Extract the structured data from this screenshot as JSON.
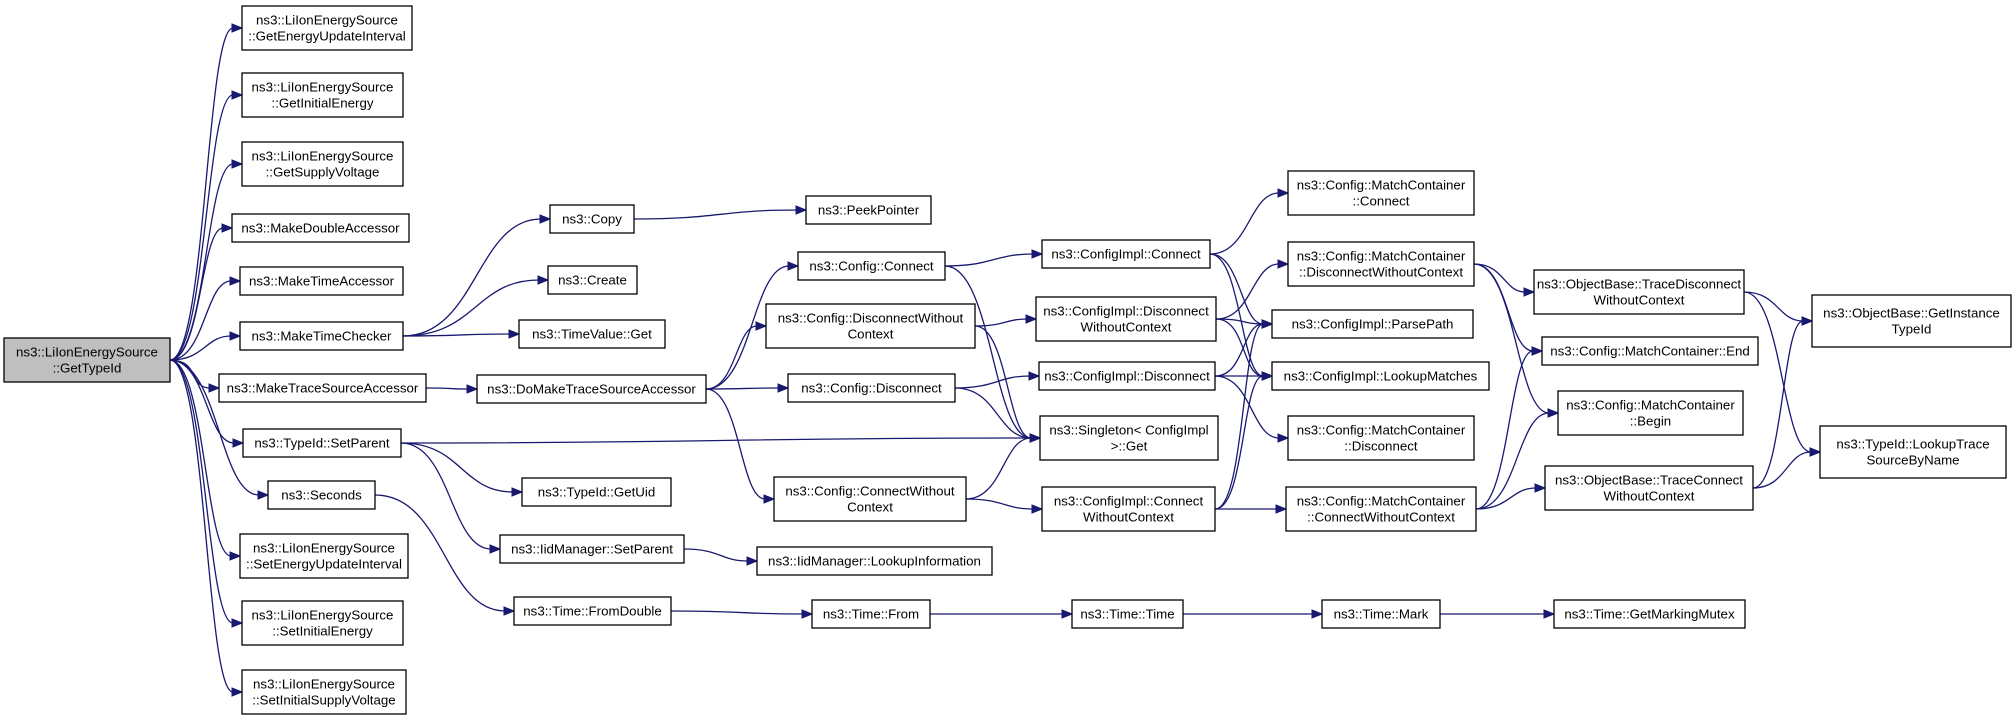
{
  "graph": {
    "nodes": [
      {
        "id": "root",
        "lines": [
          "ns3::LiIonEnergySource",
          "::GetTypeId"
        ],
        "root": true
      },
      {
        "id": "getEnergyUpdateInterval",
        "lines": [
          "ns3::LiIonEnergySource",
          "::GetEnergyUpdateInterval"
        ]
      },
      {
        "id": "getInitialEnergy",
        "lines": [
          "ns3::LiIonEnergySource",
          "::GetInitialEnergy"
        ]
      },
      {
        "id": "getSupplyVoltage",
        "lines": [
          "ns3::LiIonEnergySource",
          "::GetSupplyVoltage"
        ]
      },
      {
        "id": "makeDoubleAccessor",
        "lines": [
          "ns3::MakeDoubleAccessor"
        ]
      },
      {
        "id": "makeTimeAccessor",
        "lines": [
          "ns3::MakeTimeAccessor"
        ]
      },
      {
        "id": "makeTimeChecker",
        "lines": [
          "ns3::MakeTimeChecker"
        ]
      },
      {
        "id": "makeTraceSourceAccessor",
        "lines": [
          "ns3::MakeTraceSourceAccessor"
        ]
      },
      {
        "id": "typeIdSetParent",
        "lines": [
          "ns3::TypeId::SetParent"
        ]
      },
      {
        "id": "seconds",
        "lines": [
          "ns3::Seconds"
        ]
      },
      {
        "id": "setEnergyUpdateInterval",
        "lines": [
          "ns3::LiIonEnergySource",
          "::SetEnergyUpdateInterval"
        ]
      },
      {
        "id": "setInitialEnergy",
        "lines": [
          "ns3::LiIonEnergySource",
          "::SetInitialEnergy"
        ]
      },
      {
        "id": "setInitialSupplyVoltage",
        "lines": [
          "ns3::LiIonEnergySource",
          "::SetInitialSupplyVoltage"
        ]
      },
      {
        "id": "copy",
        "lines": [
          "ns3::Copy"
        ]
      },
      {
        "id": "create",
        "lines": [
          "ns3::Create"
        ]
      },
      {
        "id": "timeValueGet",
        "lines": [
          "ns3::TimeValue::Get"
        ]
      },
      {
        "id": "doMakeTraceSourceAccessor",
        "lines": [
          "ns3::DoMakeTraceSourceAccessor"
        ]
      },
      {
        "id": "typeIdGetUid",
        "lines": [
          "ns3::TypeId::GetUid"
        ]
      },
      {
        "id": "iidManagerSetParent",
        "lines": [
          "ns3::IidManager::SetParent"
        ]
      },
      {
        "id": "timeFromDouble",
        "lines": [
          "ns3::Time::FromDouble"
        ]
      },
      {
        "id": "peekPointer",
        "lines": [
          "ns3::PeekPointer"
        ]
      },
      {
        "id": "configConnect",
        "lines": [
          "ns3::Config::Connect"
        ]
      },
      {
        "id": "configDisconnectWithoutContext",
        "lines": [
          "ns3::Config::DisconnectWithout",
          "Context"
        ]
      },
      {
        "id": "configDisconnect",
        "lines": [
          "ns3::Config::Disconnect"
        ]
      },
      {
        "id": "configConnectWithoutContext",
        "lines": [
          "ns3::Config::ConnectWithout",
          "Context"
        ]
      },
      {
        "id": "iidManagerLookupInformation",
        "lines": [
          "ns3::IidManager::LookupInformation"
        ]
      },
      {
        "id": "timeFrom",
        "lines": [
          "ns3::Time::From"
        ]
      },
      {
        "id": "configImplConnect",
        "lines": [
          "ns3::ConfigImpl::Connect"
        ]
      },
      {
        "id": "configImplDisconnectWithoutContext",
        "lines": [
          "ns3::ConfigImpl::Disconnect",
          "WithoutContext"
        ]
      },
      {
        "id": "configImplDisconnect",
        "lines": [
          "ns3::ConfigImpl::Disconnect"
        ]
      },
      {
        "id": "singletonGet",
        "lines": [
          "ns3::Singleton< ConfigImpl",
          " >::Get"
        ]
      },
      {
        "id": "configImplConnectWithoutContext",
        "lines": [
          "ns3::ConfigImpl::Connect",
          "WithoutContext"
        ]
      },
      {
        "id": "timeTime",
        "lines": [
          "ns3::Time::Time"
        ]
      },
      {
        "id": "matchContainerConnect",
        "lines": [
          "ns3::Config::MatchContainer",
          "::Connect"
        ]
      },
      {
        "id": "matchContainerDisconnectWithoutContext",
        "lines": [
          "ns3::Config::MatchContainer",
          "::DisconnectWithoutContext"
        ]
      },
      {
        "id": "configImplParsePath",
        "lines": [
          "ns3::ConfigImpl::ParsePath"
        ]
      },
      {
        "id": "configImplLookupMatches",
        "lines": [
          "ns3::ConfigImpl::LookupMatches"
        ]
      },
      {
        "id": "matchContainerDisconnect",
        "lines": [
          "ns3::Config::MatchContainer",
          "::Disconnect"
        ]
      },
      {
        "id": "matchContainerConnectWithoutContext",
        "lines": [
          "ns3::Config::MatchContainer",
          "::ConnectWithoutContext"
        ]
      },
      {
        "id": "timeMark",
        "lines": [
          "ns3::Time::Mark"
        ]
      },
      {
        "id": "objectBaseTraceDisconnectWithoutContext",
        "lines": [
          "ns3::ObjectBase::TraceDisconnect",
          "WithoutContext"
        ]
      },
      {
        "id": "matchContainerEnd",
        "lines": [
          "ns3::Config::MatchContainer::End"
        ]
      },
      {
        "id": "matchContainerBegin",
        "lines": [
          "ns3::Config::MatchContainer",
          "::Begin"
        ]
      },
      {
        "id": "objectBaseTraceConnectWithoutContext",
        "lines": [
          "ns3::ObjectBase::TraceConnect",
          "WithoutContext"
        ]
      },
      {
        "id": "timeGetMarkingMutex",
        "lines": [
          "ns3::Time::GetMarkingMutex"
        ]
      },
      {
        "id": "objectBaseGetInstanceTypeId",
        "lines": [
          "ns3::ObjectBase::GetInstance",
          "TypeId"
        ]
      },
      {
        "id": "typeIdLookupTraceSourceByName",
        "lines": [
          "ns3::TypeId::LookupTrace",
          "SourceByName"
        ]
      }
    ],
    "edges": [
      [
        "root",
        "getEnergyUpdateInterval"
      ],
      [
        "root",
        "getInitialEnergy"
      ],
      [
        "root",
        "getSupplyVoltage"
      ],
      [
        "root",
        "makeDoubleAccessor"
      ],
      [
        "root",
        "makeTimeAccessor"
      ],
      [
        "root",
        "makeTimeChecker"
      ],
      [
        "root",
        "makeTraceSourceAccessor"
      ],
      [
        "root",
        "typeIdSetParent"
      ],
      [
        "root",
        "seconds"
      ],
      [
        "root",
        "setEnergyUpdateInterval"
      ],
      [
        "root",
        "setInitialEnergy"
      ],
      [
        "root",
        "setInitialSupplyVoltage"
      ],
      [
        "makeTimeChecker",
        "copy"
      ],
      [
        "makeTimeChecker",
        "create"
      ],
      [
        "makeTimeChecker",
        "timeValueGet"
      ],
      [
        "copy",
        "peekPointer"
      ],
      [
        "makeTraceSourceAccessor",
        "doMakeTraceSourceAccessor"
      ],
      [
        "doMakeTraceSourceAccessor",
        "configConnect"
      ],
      [
        "doMakeTraceSourceAccessor",
        "configDisconnectWithoutContext"
      ],
      [
        "doMakeTraceSourceAccessor",
        "configDisconnect"
      ],
      [
        "doMakeTraceSourceAccessor",
        "configConnectWithoutContext"
      ],
      [
        "typeIdSetParent",
        "singletonGet"
      ],
      [
        "typeIdSetParent",
        "typeIdGetUid"
      ],
      [
        "typeIdSetParent",
        "iidManagerSetParent"
      ],
      [
        "iidManagerSetParent",
        "iidManagerLookupInformation"
      ],
      [
        "seconds",
        "timeFromDouble"
      ],
      [
        "timeFromDouble",
        "timeFrom"
      ],
      [
        "timeFrom",
        "timeTime"
      ],
      [
        "timeTime",
        "timeMark"
      ],
      [
        "timeMark",
        "timeGetMarkingMutex"
      ],
      [
        "configConnect",
        "configImplConnect"
      ],
      [
        "configConnect",
        "singletonGet"
      ],
      [
        "configDisconnectWithoutContext",
        "configImplDisconnectWithoutContext"
      ],
      [
        "configDisconnectWithoutContext",
        "singletonGet"
      ],
      [
        "configDisconnect",
        "configImplDisconnect"
      ],
      [
        "configDisconnect",
        "singletonGet"
      ],
      [
        "configConnectWithoutContext",
        "singletonGet"
      ],
      [
        "configConnectWithoutContext",
        "configImplConnectWithoutContext"
      ],
      [
        "configImplConnect",
        "matchContainerConnect"
      ],
      [
        "configImplConnect",
        "configImplParsePath"
      ],
      [
        "configImplConnect",
        "configImplLookupMatches"
      ],
      [
        "configImplDisconnectWithoutContext",
        "matchContainerDisconnectWithoutContext"
      ],
      [
        "configImplDisconnectWithoutContext",
        "configImplParsePath"
      ],
      [
        "configImplDisconnectWithoutContext",
        "configImplLookupMatches"
      ],
      [
        "configImplDisconnect",
        "configImplParsePath"
      ],
      [
        "configImplDisconnect",
        "configImplLookupMatches"
      ],
      [
        "configImplDisconnect",
        "matchContainerDisconnect"
      ],
      [
        "configImplConnectWithoutContext",
        "configImplParsePath"
      ],
      [
        "configImplConnectWithoutContext",
        "configImplLookupMatches"
      ],
      [
        "configImplConnectWithoutContext",
        "matchContainerConnectWithoutContext"
      ],
      [
        "matchContainerDisconnectWithoutContext",
        "objectBaseTraceDisconnectWithoutContext"
      ],
      [
        "matchContainerDisconnectWithoutContext",
        "matchContainerEnd"
      ],
      [
        "matchContainerDisconnectWithoutContext",
        "matchContainerBegin"
      ],
      [
        "matchContainerConnectWithoutContext",
        "matchContainerEnd"
      ],
      [
        "matchContainerConnectWithoutContext",
        "matchContainerBegin"
      ],
      [
        "matchContainerConnectWithoutContext",
        "objectBaseTraceConnectWithoutContext"
      ],
      [
        "objectBaseTraceDisconnectWithoutContext",
        "objectBaseGetInstanceTypeId"
      ],
      [
        "objectBaseTraceDisconnectWithoutContext",
        "typeIdLookupTraceSourceByName"
      ],
      [
        "objectBaseTraceConnectWithoutContext",
        "objectBaseGetInstanceTypeId"
      ],
      [
        "objectBaseTraceConnectWithoutContext",
        "typeIdLookupTraceSourceByName"
      ]
    ]
  }
}
